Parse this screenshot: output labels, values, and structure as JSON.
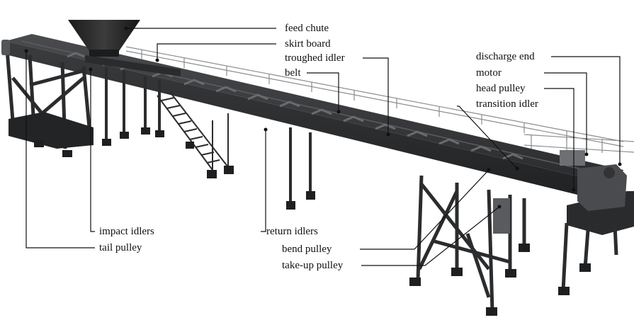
{
  "diagram": {
    "labels": {
      "feed_chute": "feed chute",
      "skirt_board": "skirt board",
      "troughed_idler": "troughed idler",
      "belt": "belt",
      "discharge_end": "discharge end",
      "motor": "motor",
      "head_pulley": "head pulley",
      "transition_idler": "transition idler",
      "impact_idlers": "impact idlers",
      "tail_pulley": "tail pulley",
      "return_idlers": "return idlers",
      "bend_pulley": "bend pulley",
      "take_up_pulley": "take-up pulley"
    },
    "colors": {
      "frame": "#2e2f31",
      "belt_top": "#3a3b3d",
      "rail": "#8a8c8f",
      "leader": "#111111",
      "background": "#ffffff"
    }
  }
}
